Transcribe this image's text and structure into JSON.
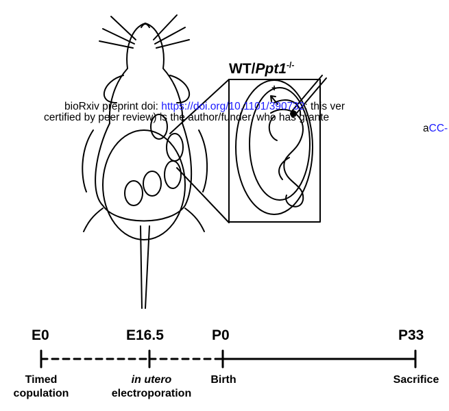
{
  "genotype": {
    "prefix": "WT/",
    "gene": "Ppt1",
    "superscript": "-/-"
  },
  "injection_mark": "+",
  "preprint": {
    "line1_pre": "bioRxiv preprint doi: ",
    "line1_link": "https://doi.org/10.1101/390732",
    "line1_post": "; this ver",
    "line2": "certified by peer review) is the author/funder, who has grante",
    "line3_pre": "a",
    "line3_link": "CC-"
  },
  "timeline": {
    "stages": [
      "E0",
      "E16.5",
      "P0",
      "P33"
    ],
    "events": [
      {
        "lines": [
          "Timed",
          "copulation"
        ],
        "italic_first": false
      },
      {
        "lines": [
          "in utero",
          "electroporation"
        ],
        "italic_first": true
      },
      {
        "lines": [
          "Birth"
        ],
        "italic_first": false
      },
      {
        "lines": [
          "Sacrifice"
        ],
        "italic_first": false
      }
    ],
    "segments": [
      "dashed",
      "dashed",
      "solid"
    ]
  },
  "colors": {
    "line": "#000000",
    "link": "#1a1aff",
    "background": "#ffffff"
  }
}
